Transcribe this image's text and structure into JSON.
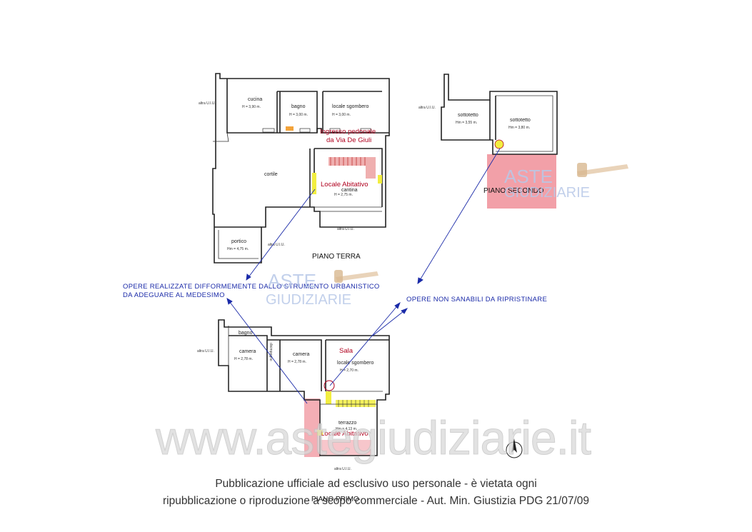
{
  "ground_floor": {
    "title": "PIANO TERRA",
    "rooms": {
      "cucina": {
        "name": "cucina",
        "height": "H = 3,90 m."
      },
      "bagno": {
        "name": "bagno",
        "height": "H = 3,00 m."
      },
      "locale_sgombero": {
        "name": "locale sgombero",
        "height": "H = 3,00 m."
      },
      "cortile": {
        "name": "cortile"
      },
      "cantina": {
        "name": "cantina",
        "height": "H = 2,75 m."
      },
      "portico": {
        "name": "portico",
        "height": "Hm = 4,75 m."
      }
    },
    "altra_ui_labels": [
      "altra U.I.U.",
      "altra U.I.U.",
      "altra U.I.U."
    ],
    "notes": {
      "ingresso_line1": "Ingresso pedonale",
      "ingresso_line2": "da Via De Giuli",
      "locale_abitativo": "Locale Abitativo"
    }
  },
  "second_floor": {
    "title": "PIANO SECONDO",
    "rooms": {
      "sottotetto_a": {
        "name": "sottotetto",
        "height": "Hm = 3,55 m."
      },
      "sottotetto_b": {
        "name": "sottotetto",
        "height": "Hm = 3,80 m."
      }
    },
    "altra_ui_label": "altra U.I.U."
  },
  "first_floor": {
    "title": "PIANO PRIMO",
    "rooms": {
      "bagno": {
        "name": "bagno"
      },
      "disimpegno": {
        "name": "disimpegno"
      },
      "camera_a": {
        "name": "camera",
        "height": "H = 2,78 m."
      },
      "camera_b": {
        "name": "camera",
        "height": "H = 2,78 m."
      },
      "locale_sgombero": {
        "name": "locale sgombero",
        "height": "H = 2,70 m."
      },
      "terrazzo": {
        "name": "terrazzo",
        "height": "Hm = 4,13 m."
      }
    },
    "altra_ui_labels": [
      "altra U.I.U.",
      "altra U.I.U."
    ],
    "notes": {
      "sala": "Sala",
      "locale_abitativo": "Locale Abitativo"
    }
  },
  "annotations": {
    "difformi_line1": "OPERE REALIZZATE DIFFORMEMENTE DALLO STRUMENTO URBANISTICO",
    "difformi_line2": "DA ADEGUARE AL MEDESIMO",
    "non_sanabili": "OPERE NON SANABILI DA RIPRISTINARE"
  },
  "watermarks": {
    "aste": "ASTE",
    "giudiziarie": "GIUDIZIARIE",
    "url": "www.astegiudiziarie.it"
  },
  "footer": {
    "line1": "Pubblicazione ufficiale ad esclusivo uso personale - è vietata ogni",
    "line2": "ripubblicazione o riproduzione a scopo commerciale - Aut. Min. Giustizia PDG 21/07/09"
  },
  "colors": {
    "annotation_blue": "#1a2aa8",
    "note_red": "#b0001e",
    "highlight_red": "#f2a0a8",
    "highlight_yellow": "#f2ee40"
  }
}
